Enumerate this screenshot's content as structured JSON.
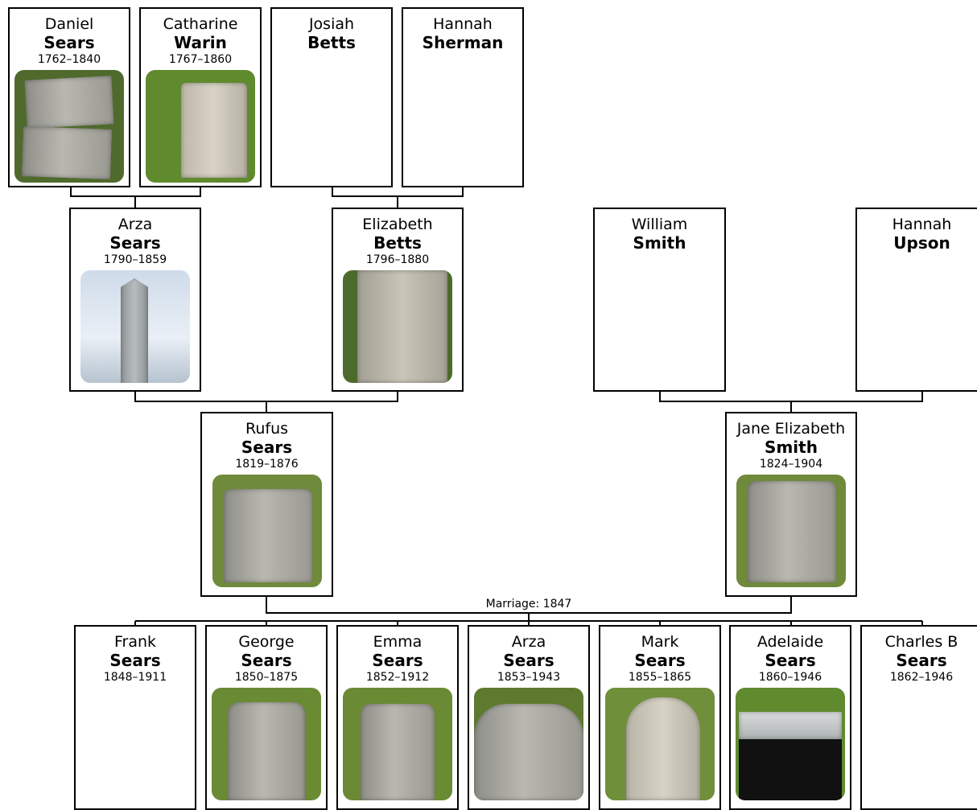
{
  "people": {
    "daniel": {
      "first": "Daniel",
      "last": "Sears",
      "years": "1762–1840"
    },
    "catharine": {
      "first": "Catharine",
      "last": "Warin",
      "years": "1767–1860"
    },
    "josiah": {
      "first": "Josiah",
      "last": "Betts"
    },
    "hannah_sherman": {
      "first": "Hannah",
      "last": "Sherman"
    },
    "arza_sr": {
      "first": "Arza",
      "last": "Sears",
      "years": "1790–1859"
    },
    "elizabeth": {
      "first": "Elizabeth",
      "last": "Betts",
      "years": "1796–1880"
    },
    "william": {
      "first": "William",
      "last": "Smith"
    },
    "hannah_upson": {
      "first": "Hannah",
      "last": "Upson"
    },
    "rufus": {
      "first": "Rufus",
      "last": "Sears",
      "years": "1819–1876"
    },
    "jane": {
      "first": "Jane Elizabeth",
      "last": "Smith",
      "years": "1824–1904"
    },
    "frank": {
      "first": "Frank",
      "last": "Sears",
      "years": "1848–1911"
    },
    "george": {
      "first": "George",
      "last": "Sears",
      "years": "1850–1875"
    },
    "emma": {
      "first": "Emma",
      "last": "Sears",
      "years": "1852–1912"
    },
    "arza_jr": {
      "first": "Arza",
      "last": "Sears",
      "years": "1853–1943"
    },
    "mark": {
      "first": "Mark",
      "last": "Sears",
      "years": "1855–1865"
    },
    "adelaide": {
      "first": "Adelaide",
      "last": "Sears",
      "years": "1860–1946"
    },
    "charles": {
      "first": "Charles B",
      "last": "Sears",
      "years": "1862–1946"
    }
  },
  "marriage_label": "Marriage: 1847",
  "colors": {
    "line": "#000000",
    "border": "#000000",
    "grass": "#6f8a3a",
    "stone": "#a8a7a0"
  }
}
